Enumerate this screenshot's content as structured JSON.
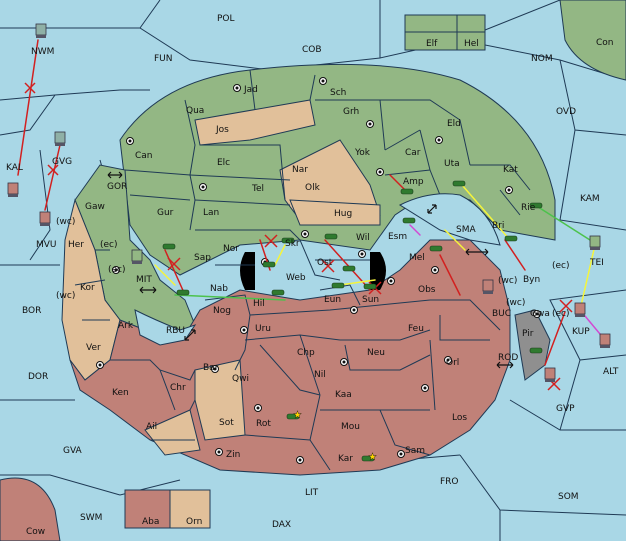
{
  "colors": {
    "sea": "#a9d7e6",
    "green_power": "#93b784",
    "tan_power": "#e1c09a",
    "red_power": "#c08178",
    "neutral_gray": "#8f8f8f",
    "border": "#1f3a55",
    "support": "#f5f53b",
    "move_red": "#d22020",
    "move_green": "#4cc24c",
    "convoy_magenta": "#d24ad2"
  },
  "labels": {
    "POL": "POL",
    "COB": "COB",
    "FUN": "FUN",
    "NWM": "NWM",
    "NOM": "NOM",
    "OVD": "OVD",
    "Con": "Con",
    "Elf": "Elf",
    "Hel": "Hel",
    "KAL": "KAL",
    "GVG": "GVG",
    "GOR": "GOR",
    "MVU": "MVU",
    "wc1": "(wc)",
    "Gaw": "Gaw",
    "Her": "Her",
    "ec1": "(ec)",
    "Kor": "Kor",
    "wc2": "(wc)",
    "ec2": "(ec)",
    "MIT": "MIT",
    "BOR": "BOR",
    "Ark": "Ark",
    "RBU": "RBU",
    "Ver": "Ver",
    "DOR": "DOR",
    "Ken": "Ken",
    "Chr": "Chr",
    "Ail": "Ail",
    "GVA": "GVA",
    "SWM": "SWM",
    "Cow": "Cow",
    "Aba": "Aba",
    "Orn": "Orn",
    "DAX": "DAX",
    "LIT": "LIT",
    "FRO": "FRO",
    "SOM": "SOM",
    "GVP": "GVP",
    "ALT": "ALT",
    "KUP": "KUP",
    "ROD": "ROD",
    "BUC": "BUC",
    "SMA": "SMA",
    "KAM": "KAM",
    "TEI": "TEI",
    "Jad": "Jad",
    "Sch": "Sch",
    "Qua": "Qua",
    "Jos": "Jos",
    "Grh": "Grh",
    "Eld": "Eld",
    "Can": "Can",
    "Elc": "Elc",
    "Nar": "Nar",
    "Yok": "Yok",
    "Car": "Car",
    "Uta": "Uta",
    "Kat": "Kat",
    "Tel": "Tel",
    "Olk": "Olk",
    "Amp": "Amp",
    "Gur": "Gur",
    "Lan": "Lan",
    "Hug": "Hug",
    "Rie": "Rie",
    "Bri": "Bri",
    "Nor": "Nor",
    "Skr": "Skr",
    "Wil": "Wil",
    "Esm": "Esm",
    "Sap": "Sap",
    "Web": "Web",
    "Ost": "Ost",
    "Mel": "Mel",
    "ec3": "(ec)",
    "wc3": "(wc)",
    "Byn": "Byn",
    "Nab": "Nab",
    "Hil": "Hil",
    "Eun": "Eun",
    "Sun": "Sun",
    "Obs": "Obs",
    "Gwa": "Gwa",
    "ec4": "(ec)",
    "wc4": "(wc)",
    "Nog": "Nog",
    "Uru": "Uru",
    "Feu": "Feu",
    "Pir": "Pir",
    "Chp": "Chp",
    "Neu": "Neu",
    "Bar": "Bar",
    "Qwi": "Qwi",
    "Nil": "Nil",
    "Orl": "Orl",
    "Kaa": "Kaa",
    "Sot": "Sot",
    "Rot": "Rot",
    "Mou": "Mou",
    "Los": "Los",
    "Zin": "Zin",
    "Kar": "Kar",
    "Sam": "Sam"
  }
}
